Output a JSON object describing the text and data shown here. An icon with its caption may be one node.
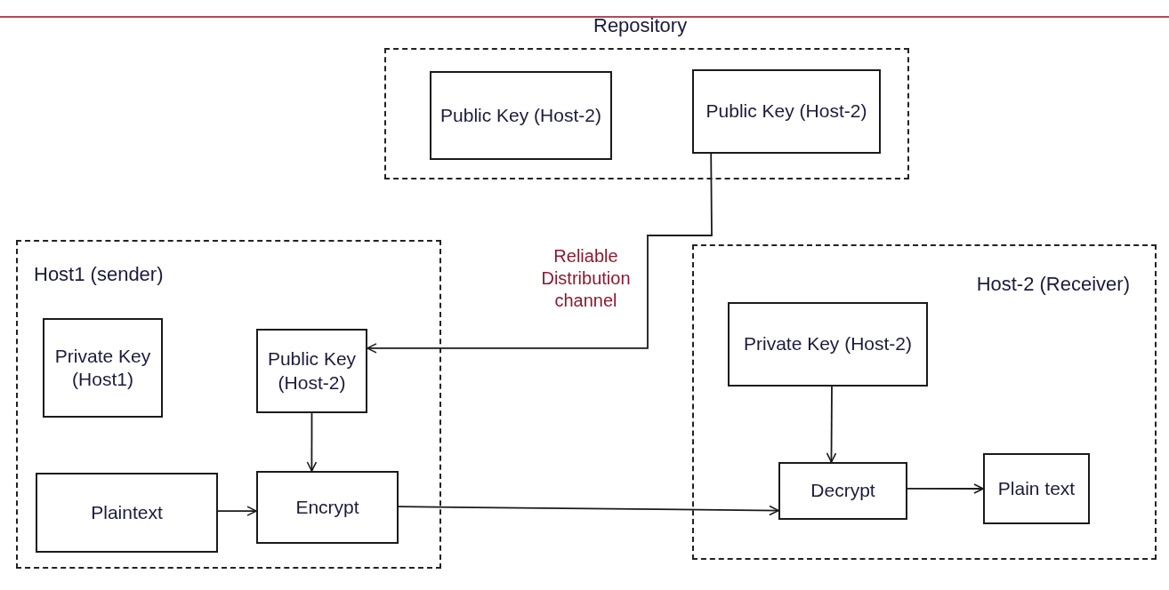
{
  "diagram": {
    "nodes": [
      {
        "text": [
          "Repository"
        ]
      },
      {
        "text": [
          "Public Key (Host-2)"
        ],
        "in": 0
      },
      {
        "text": [
          "Public Key (Host-2)"
        ],
        "in": 0
      },
      {
        "text": [
          "Host1 (sender)"
        ]
      },
      {
        "text": [
          "Private Key (Host1)"
        ],
        "in": 3
      },
      {
        "text": [
          "Public Key (Host-2)"
        ],
        "in": 3
      },
      {
        "text": [
          "Plaintext"
        ],
        "in": 3
      },
      {
        "text": [
          "Encrypt"
        ],
        "in": 3
      },
      {
        "text": [
          "Host-2 (Receiver)"
        ]
      },
      {
        "text": [
          "Private Key (Host-2)"
        ],
        "in": 8
      },
      {
        "text": [
          "Decrypt"
        ],
        "in": 8
      },
      {
        "text": [
          "Plain text"
        ],
        "in": 8
      }
    ],
    "edges": [
      {
        "from": 2,
        "to": 5,
        "arrow": "to",
        "label": "Reliable Distribution channel"
      },
      {
        "from": 5,
        "to": 7,
        "arrow": "to"
      },
      {
        "from": 6,
        "to": 7,
        "arrow": "to"
      },
      {
        "from": 7,
        "to": 10,
        "arrow": "to"
      },
      {
        "from": 9,
        "to": 10,
        "arrow": "to"
      },
      {
        "from": 10,
        "to": 11,
        "arrow": "to"
      }
    ]
  }
}
